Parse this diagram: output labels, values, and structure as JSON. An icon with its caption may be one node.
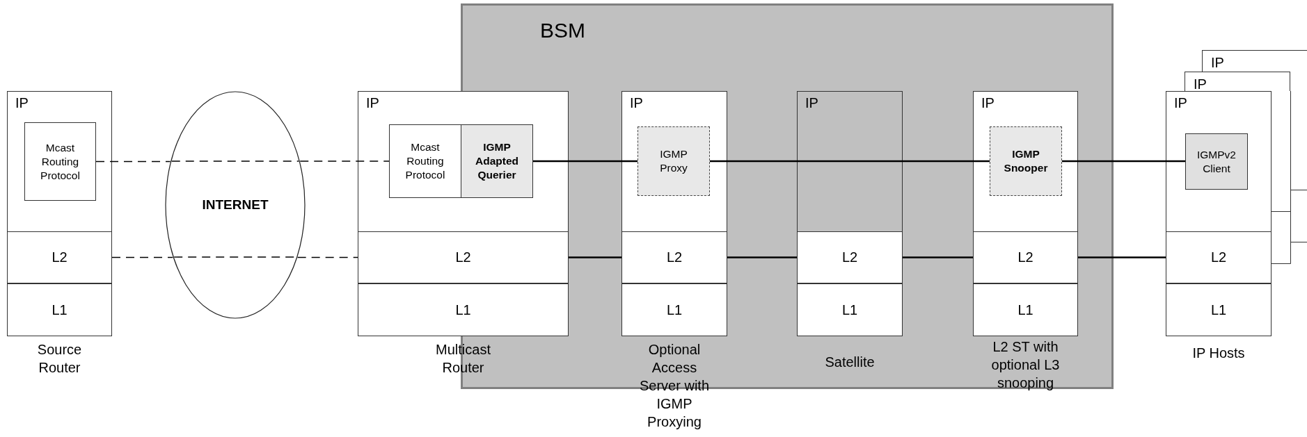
{
  "diagram": {
    "nodes": [
      {
        "text": [
          "BSM"
        ]
      },
      {
        "text": [
          "IP"
        ],
        "beside": [
          "Source Router"
        ]
      },
      {
        "text": [
          "Mcast Routing Protocol"
        ],
        "in": 1
      },
      {
        "text": [
          "L2"
        ],
        "in": 1
      },
      {
        "text": [
          "L1"
        ],
        "in": 1
      },
      {
        "text": [
          "INTERNET"
        ]
      },
      {
        "text": [
          "IP"
        ],
        "beside": [
          "Multicast Router"
        ]
      },
      {
        "text": [
          "Mcast Routing Protocol"
        ],
        "in": 6
      },
      {
        "text": [
          "IGMP Adapted Querier"
        ]
      },
      {
        "text": [
          "L2"
        ],
        "in": 6
      },
      {
        "text": [
          "L1"
        ],
        "in": 6
      },
      {
        "text": [
          "IP"
        ],
        "beside": [
          "Optional Access Server with IGMP Proxying"
        ],
        "in": 0
      },
      {
        "text": [
          "IGMP Proxy"
        ],
        "in": 11
      },
      {
        "text": [
          "L2"
        ],
        "in": 11
      },
      {
        "text": [
          "L1"
        ],
        "in": 11
      },
      {
        "text": [
          "IP"
        ],
        "beside": [
          "Satellite"
        ],
        "in": 0
      },
      {
        "text": [
          "L2"
        ],
        "in": 15
      },
      {
        "text": [
          "L1"
        ],
        "in": 15
      },
      {
        "text": [
          "IP"
        ],
        "beside": [
          "L2 ST with optional L3 snooping"
        ],
        "in": 0
      },
      {
        "text": [
          "IGMP Snooper"
        ],
        "in": 18
      },
      {
        "text": [
          "L2"
        ],
        "in": 18
      },
      {
        "text": [
          "L1"
        ],
        "in": 18
      },
      {
        "text": [
          "IP"
        ],
        "beside": [
          "IP Hosts"
        ]
      },
      {
        "text": [
          "IGMPv2 Client"
        ],
        "in": 22
      },
      {
        "text": [
          "L2"
        ],
        "in": 22
      },
      {
        "text": [
          "L1"
        ],
        "in": 22
      },
      {
        "text": [
          "IP"
        ]
      },
      {
        "text": [
          "IP"
        ]
      }
    ],
    "edges": [
      {
        "from": 2,
        "to": 5,
        "arrow": "none",
        "style": "dashed"
      },
      {
        "from": 5,
        "to": 7,
        "arrow": "none",
        "style": "dashed"
      },
      {
        "from": 3,
        "to": 5,
        "arrow": "none",
        "style": "dashed"
      },
      {
        "from": 5,
        "to": 9,
        "arrow": "none",
        "style": "dashed"
      },
      {
        "from": 8,
        "to": 12,
        "arrow": "none"
      },
      {
        "from": 12,
        "to": 19,
        "arrow": "none"
      },
      {
        "from": 19,
        "to": 23,
        "arrow": "none"
      },
      {
        "from": 9,
        "to": 13,
        "arrow": "none"
      },
      {
        "from": 13,
        "to": 16,
        "arrow": "none"
      },
      {
        "from": 16,
        "to": 20,
        "arrow": "none"
      },
      {
        "from": 20,
        "to": 24,
        "arrow": "none"
      }
    ]
  }
}
